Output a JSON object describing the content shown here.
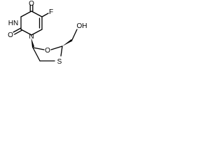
{
  "molecule": {
    "atoms": {
      "o1": "O",
      "f": "F",
      "hn": "HN",
      "o2": "O",
      "n1": "N",
      "ring_o": "O",
      "oh": "OH",
      "s": "S"
    },
    "stereo_bonds": [
      "n1-c1prime",
      "c4prime-ch2"
    ]
  }
}
